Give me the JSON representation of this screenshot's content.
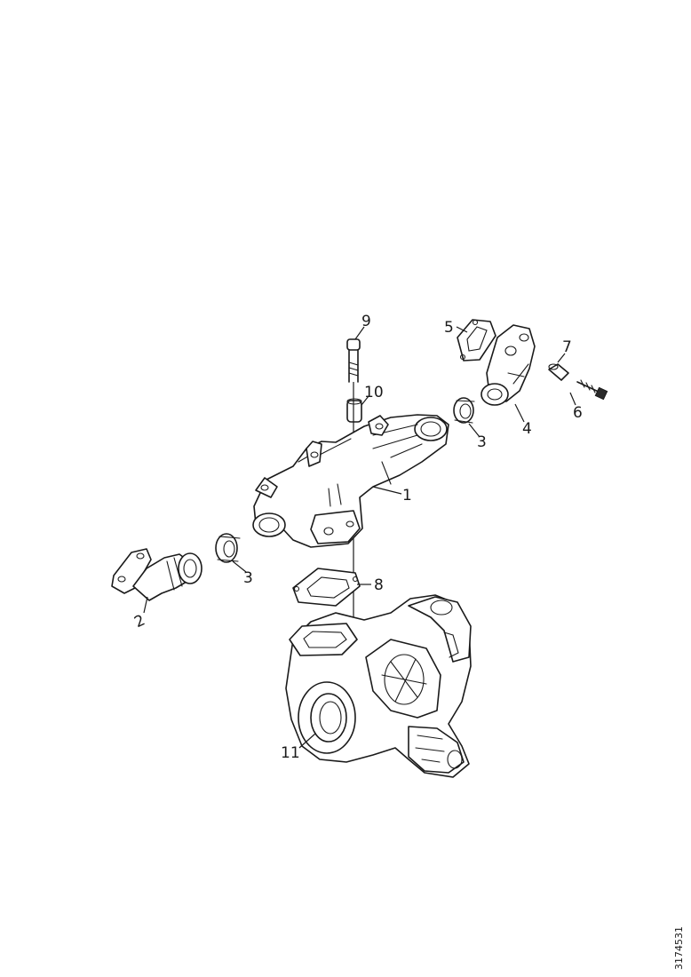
{
  "diagram": {
    "reference_number": "3174531",
    "callouts": [
      {
        "id": "c1",
        "label": "1"
      },
      {
        "id": "c2",
        "label": "2"
      },
      {
        "id": "c3a",
        "label": "3"
      },
      {
        "id": "c3b",
        "label": "3"
      },
      {
        "id": "c4",
        "label": "4"
      },
      {
        "id": "c5",
        "label": "5"
      },
      {
        "id": "c6",
        "label": "6"
      },
      {
        "id": "c7",
        "label": "7"
      },
      {
        "id": "c8",
        "label": "8"
      },
      {
        "id": "c9",
        "label": "9"
      },
      {
        "id": "c10",
        "label": "10"
      },
      {
        "id": "c11",
        "label": "11"
      }
    ]
  }
}
